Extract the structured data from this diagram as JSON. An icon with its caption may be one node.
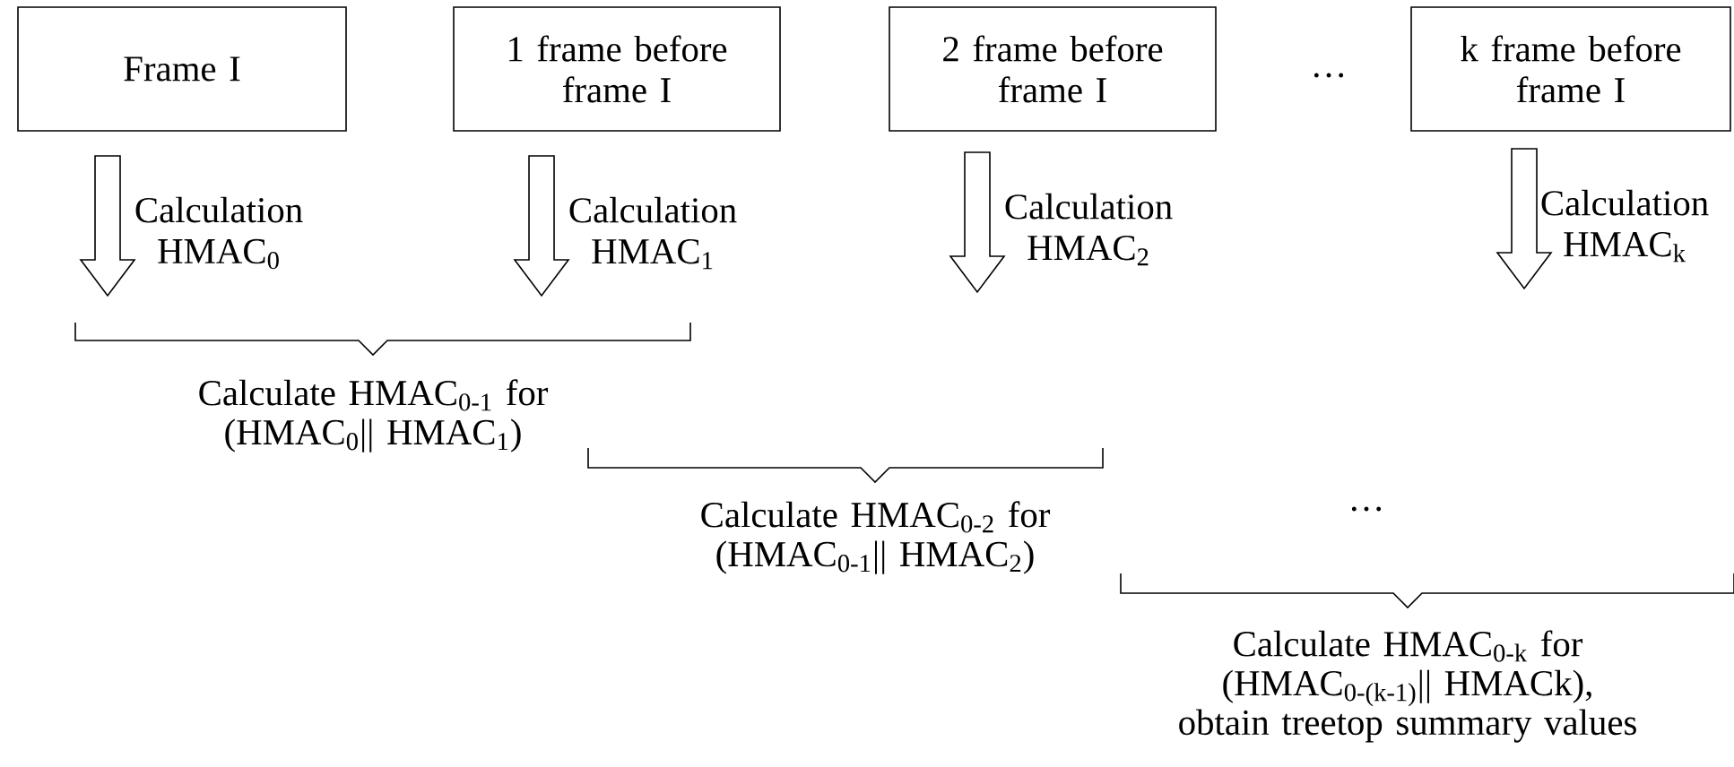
{
  "diagram": {
    "nodes": [
      {
        "text": [
          "Frame I"
        ]
      },
      {
        "text": [
          "1 frame before frame I"
        ]
      },
      {
        "text": [
          "2 frame before frame I"
        ]
      },
      {
        "text": [
          "k frame before frame I"
        ]
      }
    ],
    "edges": [
      {
        "from": 0,
        "to": null,
        "arrow": "to",
        "label": "Calculation HMAC$_{0}$"
      },
      {
        "from": 1,
        "to": null,
        "arrow": "to",
        "label": "Calculation HMAC$_{1}$"
      },
      {
        "from": 2,
        "to": null,
        "arrow": "to",
        "label": "Calculation HMAC$_{2}$"
      },
      {
        "from": 3,
        "to": null,
        "arrow": "to",
        "label": "Calculation HMAC$_{k}$"
      }
    ],
    "labels": [
      "…",
      "Calculate HMAC$_{0-1}$ for (HMAC$_{0}$|| HMAC$_{1}$)",
      "Calculate HMAC$_{0-2}$ for (HMAC$_{0-1}$|| HMAC$_{2}$)",
      "…",
      "Calculate HMAC$_{0-k}$ for (HMAC$_{0-(k-1)}$|| HMACk), obtain treetop summary values"
    ]
  }
}
